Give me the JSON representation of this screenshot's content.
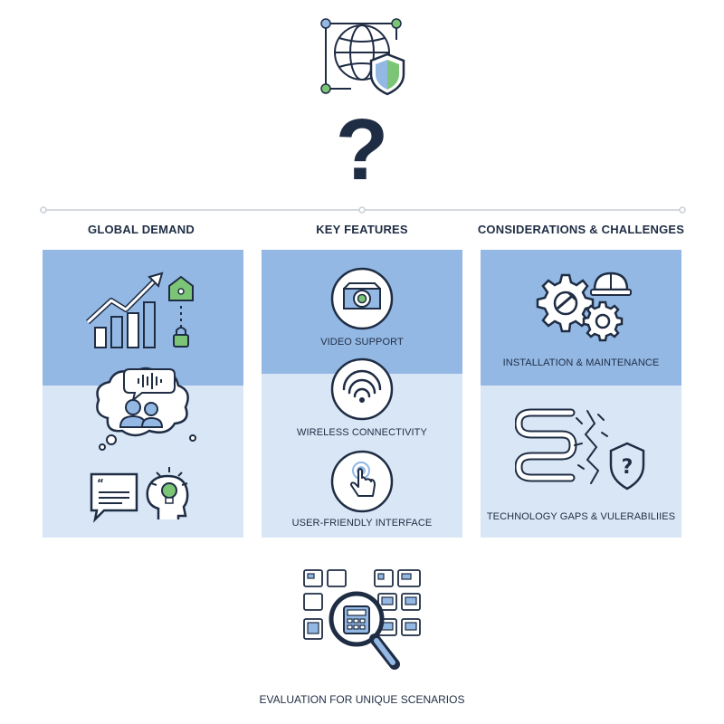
{
  "columns": [
    {
      "title": "GLOBAL DEMAND"
    },
    {
      "title": "KEY FEATURES",
      "features": [
        {
          "label": "VIDEO SUPPORT",
          "icon": "camera-icon"
        },
        {
          "label": "WIRELESS CONNECTIVITY",
          "icon": "wifi-icon"
        },
        {
          "label": "USER-FRIENDLY INTERFACE",
          "icon": "touch-hand-icon"
        }
      ]
    },
    {
      "title": "CONSIDERATIONS & CHALLENGES",
      "items": [
        {
          "label": "INSTALLATION & MAINTENANCE",
          "icon": "gears-hardhat-icon"
        },
        {
          "label": "TECHNOLOGY GAPS & VULERABILIIES",
          "icon": "gap-shield-icon"
        }
      ]
    }
  ],
  "bottom": {
    "label": "EVALUATION FOR UNIQUE SCENARIOS",
    "icon": "magnifier-devices-icon"
  },
  "center_symbol": "?",
  "colors": {
    "navy": "#1f2d44",
    "accent_blue": "#93b8e4",
    "light_blue": "#d9e6f6",
    "green": "#7cc576",
    "line_gray": "#c9ced6"
  }
}
